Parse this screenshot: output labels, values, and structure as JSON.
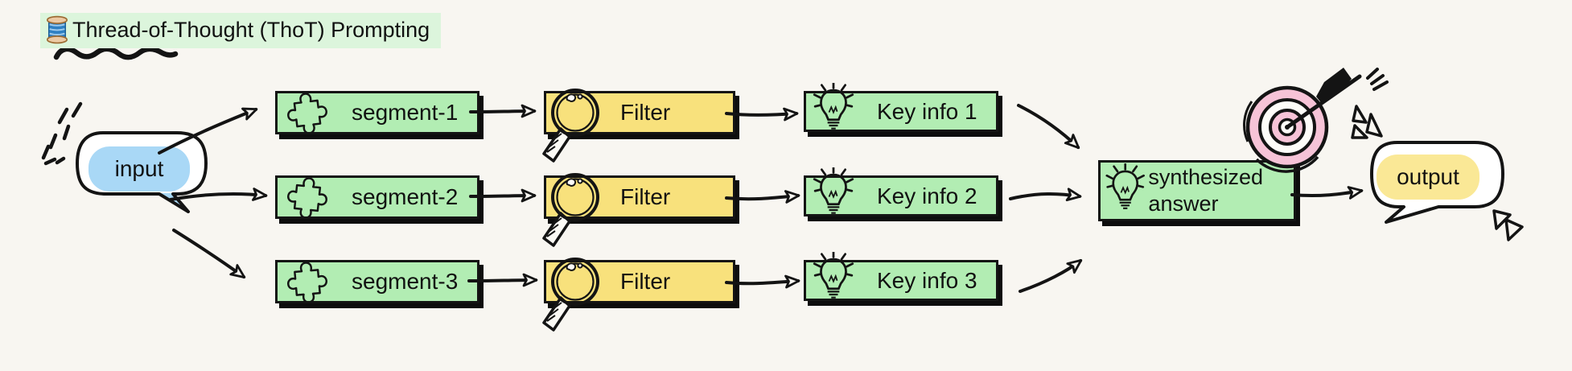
{
  "title": {
    "text": "Thread-of-Thought (ThoT) Prompting"
  },
  "diagram": {
    "input": {
      "label": "input"
    },
    "rows": [
      {
        "segment": "segment-1",
        "filter": "Filter",
        "key_info": "Key info 1"
      },
      {
        "segment": "segment-2",
        "filter": "Filter",
        "key_info": "Key info 2"
      },
      {
        "segment": "segment-3",
        "filter": "Filter",
        "key_info": "Key info 3"
      }
    ],
    "synthesized": {
      "label": "synthesized answer"
    },
    "output": {
      "label": "output"
    }
  },
  "icons": {
    "title_icon": "thread-spool-icon",
    "segment_icon": "puzzle-piece-icon",
    "filter_icon": "magnifying-glass-icon",
    "key_info_icon": "lightbulb-icon",
    "synthesized_icon": "lightbulb-icon",
    "decoration": "dartboard-with-dart-icon"
  },
  "colors": {
    "background": "#f8f6f1",
    "ink": "#141414",
    "node_green": "#b2edb3",
    "node_yellow": "#f8e17c",
    "input_highlight": "#a9d8f6",
    "output_highlight": "#fae896",
    "title_highlight": "#dcf5dc",
    "target_pink": "#f6c3d7"
  }
}
